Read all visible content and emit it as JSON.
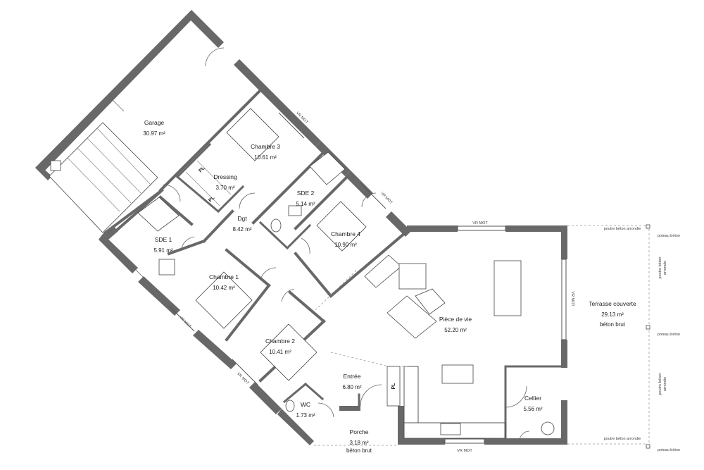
{
  "rooms": {
    "garage": {
      "name": "Garage",
      "area": "30.97 m²"
    },
    "chambre3": {
      "name": "Chambre 3",
      "area": "10.61 m²"
    },
    "dressing": {
      "name": "Dressing",
      "area": "3.70 m²"
    },
    "sde2": {
      "name": "SDE 2",
      "area": "5.14 m²"
    },
    "dgt": {
      "name": "Dgt",
      "area": "8.42 m²"
    },
    "chambre4": {
      "name": "Chambre 4",
      "area": "10.90 m²"
    },
    "sde1": {
      "name": "SDE 1",
      "area": "5.91 m²"
    },
    "chambre1": {
      "name": "Chambre 1",
      "area": "10.42 m²"
    },
    "piece_de_vie": {
      "name": "Pièce de vie",
      "area": "52.20 m²"
    },
    "chambre2": {
      "name": "Chambre 2",
      "area": "10.41 m²"
    },
    "entree": {
      "name": "Entrée",
      "area": "6.80 m²"
    },
    "wc": {
      "name": "WC",
      "area": "1.73 m²"
    },
    "cellier": {
      "name": "Cellier",
      "area": "5.56 m²"
    },
    "porche": {
      "name": "Porche",
      "area": "3.18 m²",
      "note": "béton brut"
    },
    "terrasse": {
      "name": "Terrasse couverte",
      "area": "29.13 m²",
      "note": "béton brut"
    }
  },
  "annotations": {
    "vr_mot": "VR MOT",
    "pl": "PL",
    "poutre_beton_arrondie": "poutre béton arrondie",
    "poteau_beton": "poteau béton",
    "poutre_beton": "poutre béton",
    "arrondie": "arrondie"
  },
  "colors": {
    "wall": "#686868",
    "line": "#555555",
    "background": "#ffffff"
  }
}
